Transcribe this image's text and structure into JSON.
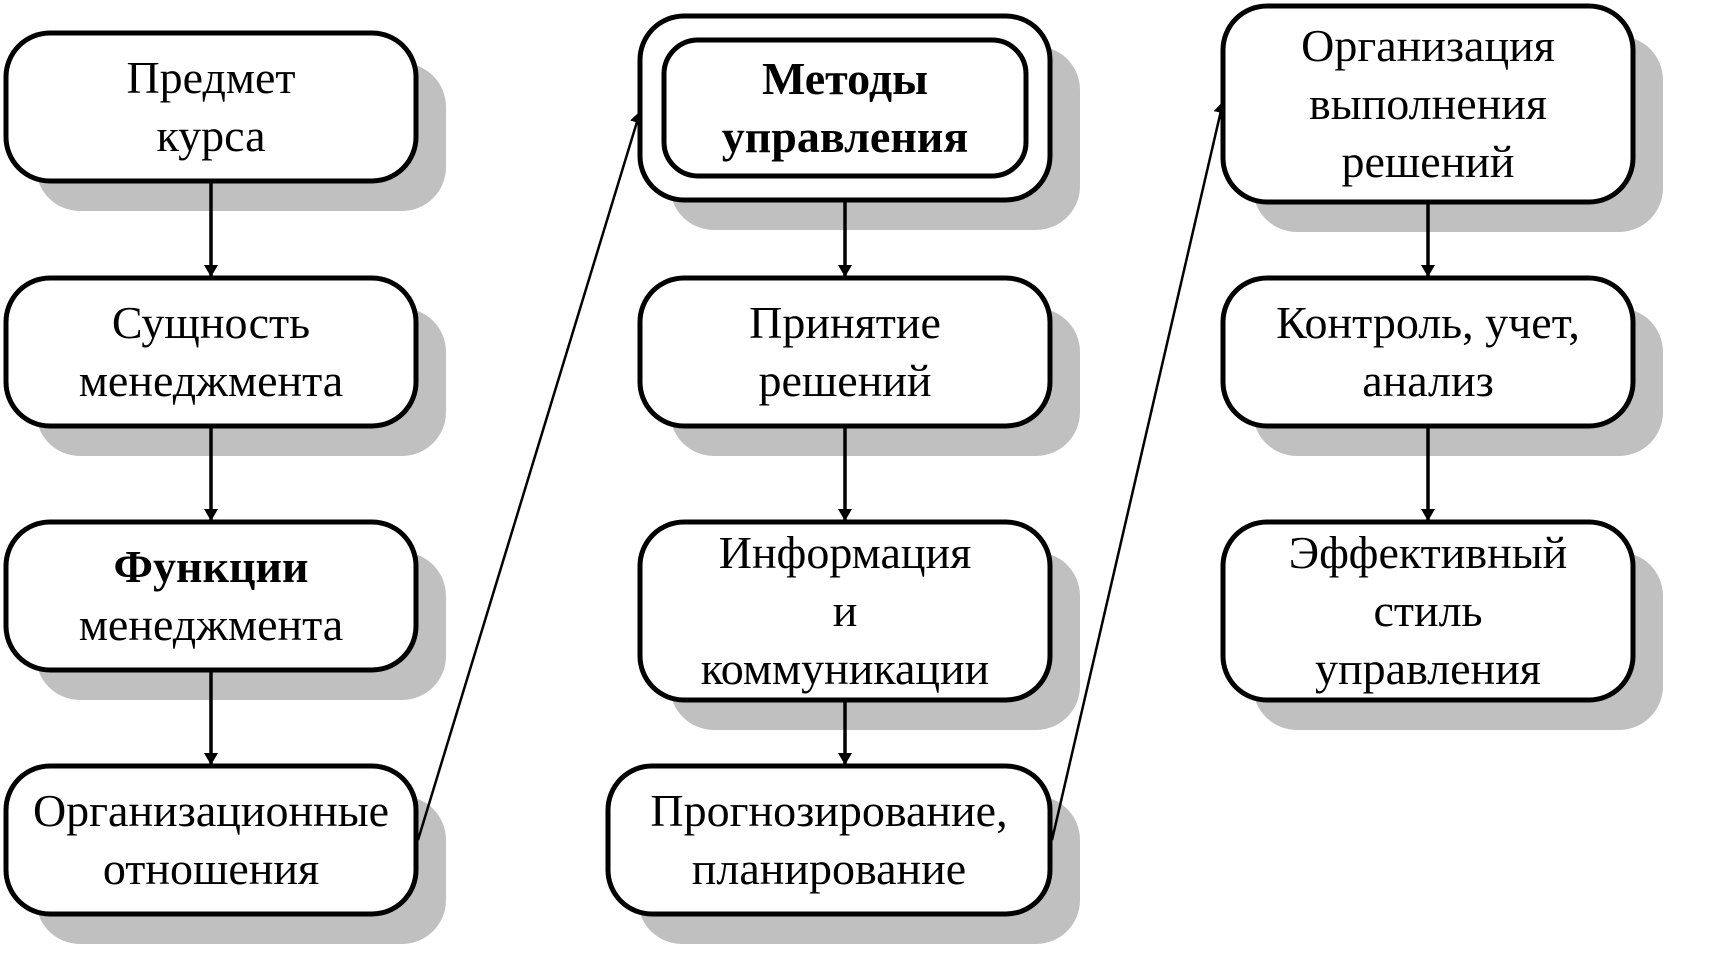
{
  "colors": {
    "box_stroke": "#000000",
    "box_fill": "#ffffff",
    "shadow": "#c0c0c0",
    "text": "#000000"
  },
  "columns": [
    {
      "boxes": [
        {
          "id": "n1",
          "lines": [
            "Предмет",
            "курса"
          ],
          "bold": false
        },
        {
          "id": "n2",
          "lines": [
            "Сущность",
            "менеджмента"
          ],
          "bold": false
        },
        {
          "id": "n3",
          "lines": [
            "Функции",
            "менеджмента"
          ],
          "bold_first_line": true
        },
        {
          "id": "n4",
          "lines": [
            "Организационные",
            "отношения"
          ],
          "bold": false
        }
      ]
    },
    {
      "boxes": [
        {
          "id": "n5",
          "lines": [
            "Методы",
            "управления"
          ],
          "bold": true,
          "double_border": true
        },
        {
          "id": "n6",
          "lines": [
            "Принятие",
            "решений"
          ],
          "bold": false
        },
        {
          "id": "n7",
          "lines": [
            "Информация",
            "и",
            "коммуникации"
          ],
          "bold": false
        },
        {
          "id": "n8",
          "lines": [
            "Прогнозирование,",
            "планирование"
          ],
          "bold": false
        }
      ]
    },
    {
      "boxes": [
        {
          "id": "n9",
          "lines": [
            "Организация",
            "выполнения",
            "решений"
          ],
          "bold": false
        },
        {
          "id": "n10",
          "lines": [
            "Контроль, учет,",
            "анализ"
          ],
          "bold": false
        },
        {
          "id": "n11",
          "lines": [
            "Эффективный",
            "стиль",
            "управления"
          ],
          "bold": false
        }
      ]
    }
  ],
  "edges": [
    [
      "n1",
      "n2"
    ],
    [
      "n2",
      "n3"
    ],
    [
      "n3",
      "n4"
    ],
    [
      "n4",
      "n5"
    ],
    [
      "n5",
      "n6"
    ],
    [
      "n6",
      "n7"
    ],
    [
      "n7",
      "n8"
    ],
    [
      "n8",
      "n9"
    ],
    [
      "n9",
      "n10"
    ],
    [
      "n10",
      "n11"
    ]
  ]
}
